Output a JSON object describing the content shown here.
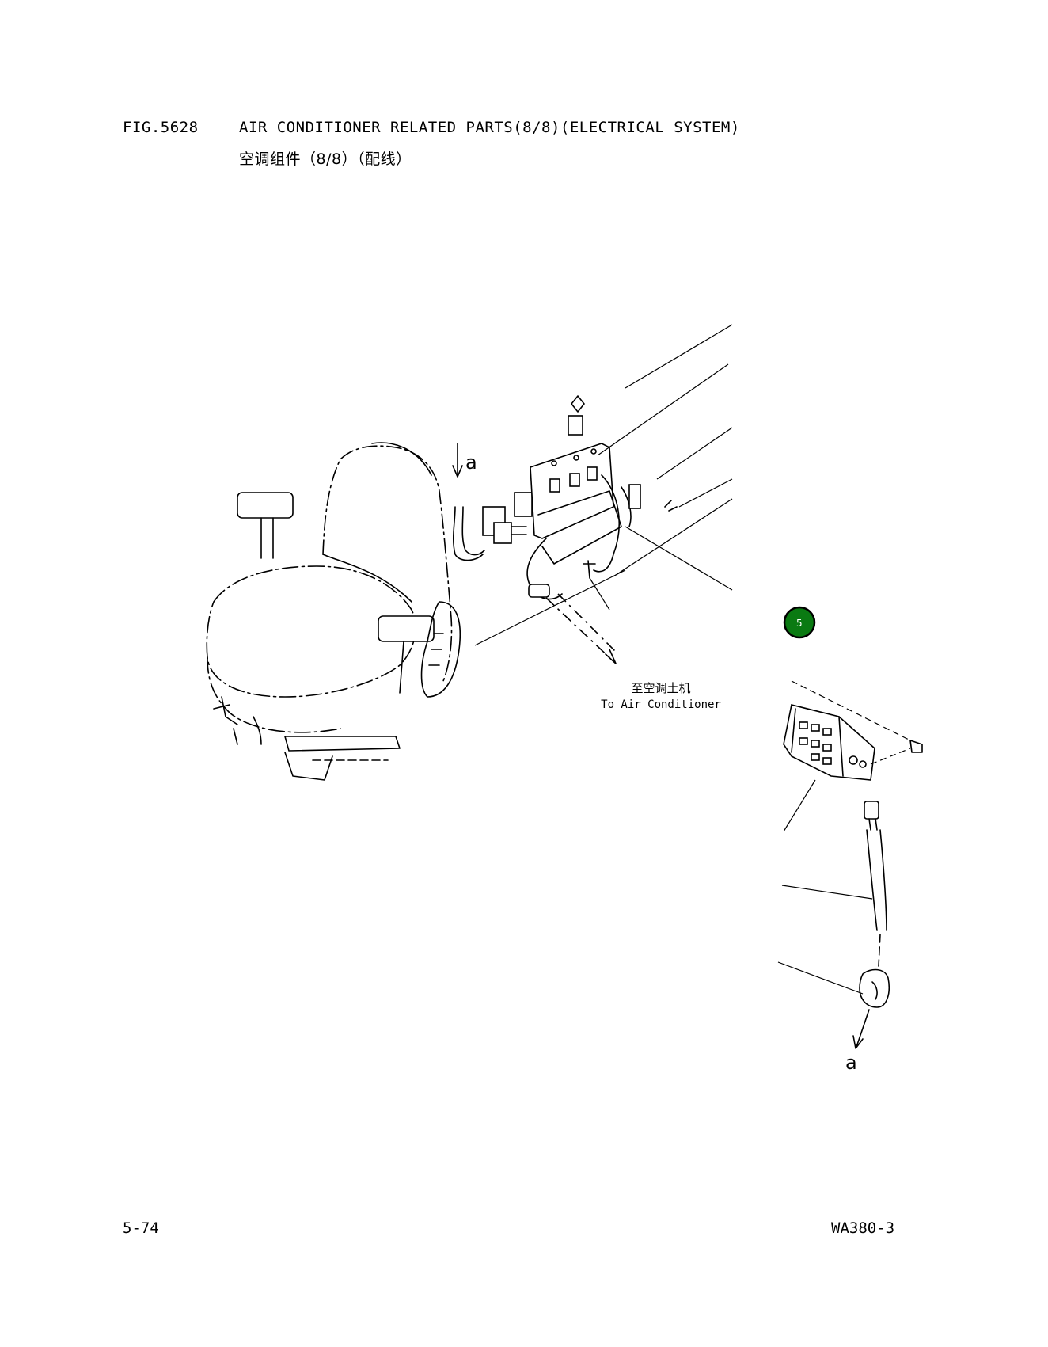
{
  "header": {
    "fig_number": "FIG.5628",
    "title_en": "AIR CONDITIONER RELATED PARTS(8/8)(ELECTRICAL SYSTEM)",
    "title_cn": "空调组件（8/8）（配线）"
  },
  "diagram": {
    "note_cn": "至空调土机",
    "note_en": "To Air Conditioner",
    "label_a": "a",
    "callout": "5"
  },
  "footer": {
    "page_number": "5-74",
    "model_code": "WA380-3"
  },
  "colors": {
    "callout_fill": "#0a7a12"
  }
}
